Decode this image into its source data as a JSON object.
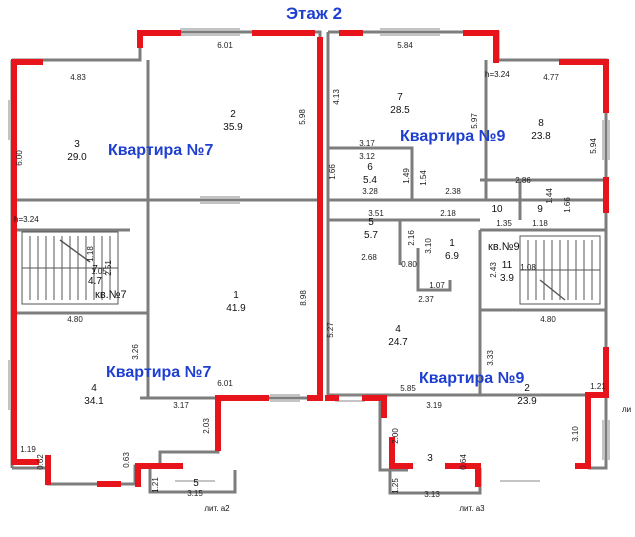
{
  "title": "Этаж 2",
  "apartments": {
    "a7_top": "Квартира №7",
    "a7_bottom": "Квартира №7",
    "a9_top": "Квартира №9",
    "a9_bottom": "Квартира №9",
    "kv7": "кв.№7",
    "kv9": "кв.№9"
  },
  "rooms": [
    {
      "id": "r3",
      "num": "3",
      "area": "29.0"
    },
    {
      "id": "r2a",
      "num": "2",
      "area": "35.9"
    },
    {
      "id": "r7l",
      "num": "7",
      "area": "4.7"
    },
    {
      "id": "r1a",
      "num": "1",
      "area": "41.9"
    },
    {
      "id": "r4a",
      "num": "4",
      "area": "34.1"
    },
    {
      "id": "r5a",
      "num": "5",
      "area": ""
    },
    {
      "id": "r7r",
      "num": "7",
      "area": "28.5"
    },
    {
      "id": "r8",
      "num": "8",
      "area": "23.8"
    },
    {
      "id": "r6",
      "num": "6",
      "area": "5.4"
    },
    {
      "id": "r5b",
      "num": "5",
      "area": "5.7"
    },
    {
      "id": "r1b",
      "num": "1",
      "area": "6.9"
    },
    {
      "id": "r10",
      "num": "10",
      "area": ""
    },
    {
      "id": "r9",
      "num": "9",
      "area": ""
    },
    {
      "id": "r11",
      "num": "11",
      "area": "3.9"
    },
    {
      "id": "r4b",
      "num": "4",
      "area": "24.7"
    },
    {
      "id": "r2b",
      "num": "2",
      "area": "23.9"
    },
    {
      "id": "r3b",
      "num": "3",
      "area": ""
    }
  ],
  "dimensions": [
    "6.01",
    "4.83",
    "6.00",
    "5.98",
    "5.84",
    "4.13",
    "4.77",
    "5.97",
    "5.94",
    "3.17",
    "3.12",
    "1.66",
    "1.49",
    "1.54",
    "3.28",
    "2.38",
    "2.86",
    "3.51",
    "2.18",
    "1.44",
    "1.35",
    "1.18",
    "1.66",
    "2.16",
    "3.10",
    "2.68",
    "0.80",
    "1.07",
    "2.37",
    "1.18",
    "1.05",
    "2.51",
    "4.80",
    "2.43",
    "1.08",
    "4.80",
    "8.98",
    "5.27",
    "3.26",
    "6.01",
    "3.33",
    "5.85",
    "1.21",
    "3.17",
    "2.03",
    "3.19",
    "2.00",
    "3.10",
    "1.19",
    "0.62",
    "0.63",
    "1.21",
    "3.15",
    "0.64",
    "1.25",
    "3.13"
  ],
  "heights": {
    "left": "h=3.24",
    "right": "h=3.24"
  },
  "lit": {
    "a2": "лит. а2",
    "a3": "лит. а3",
    "edge": "ли"
  },
  "colors": {
    "wall_highlight": "#e8141c",
    "label_blue": "#1e3fd0",
    "wall": "#8a8a8a"
  }
}
